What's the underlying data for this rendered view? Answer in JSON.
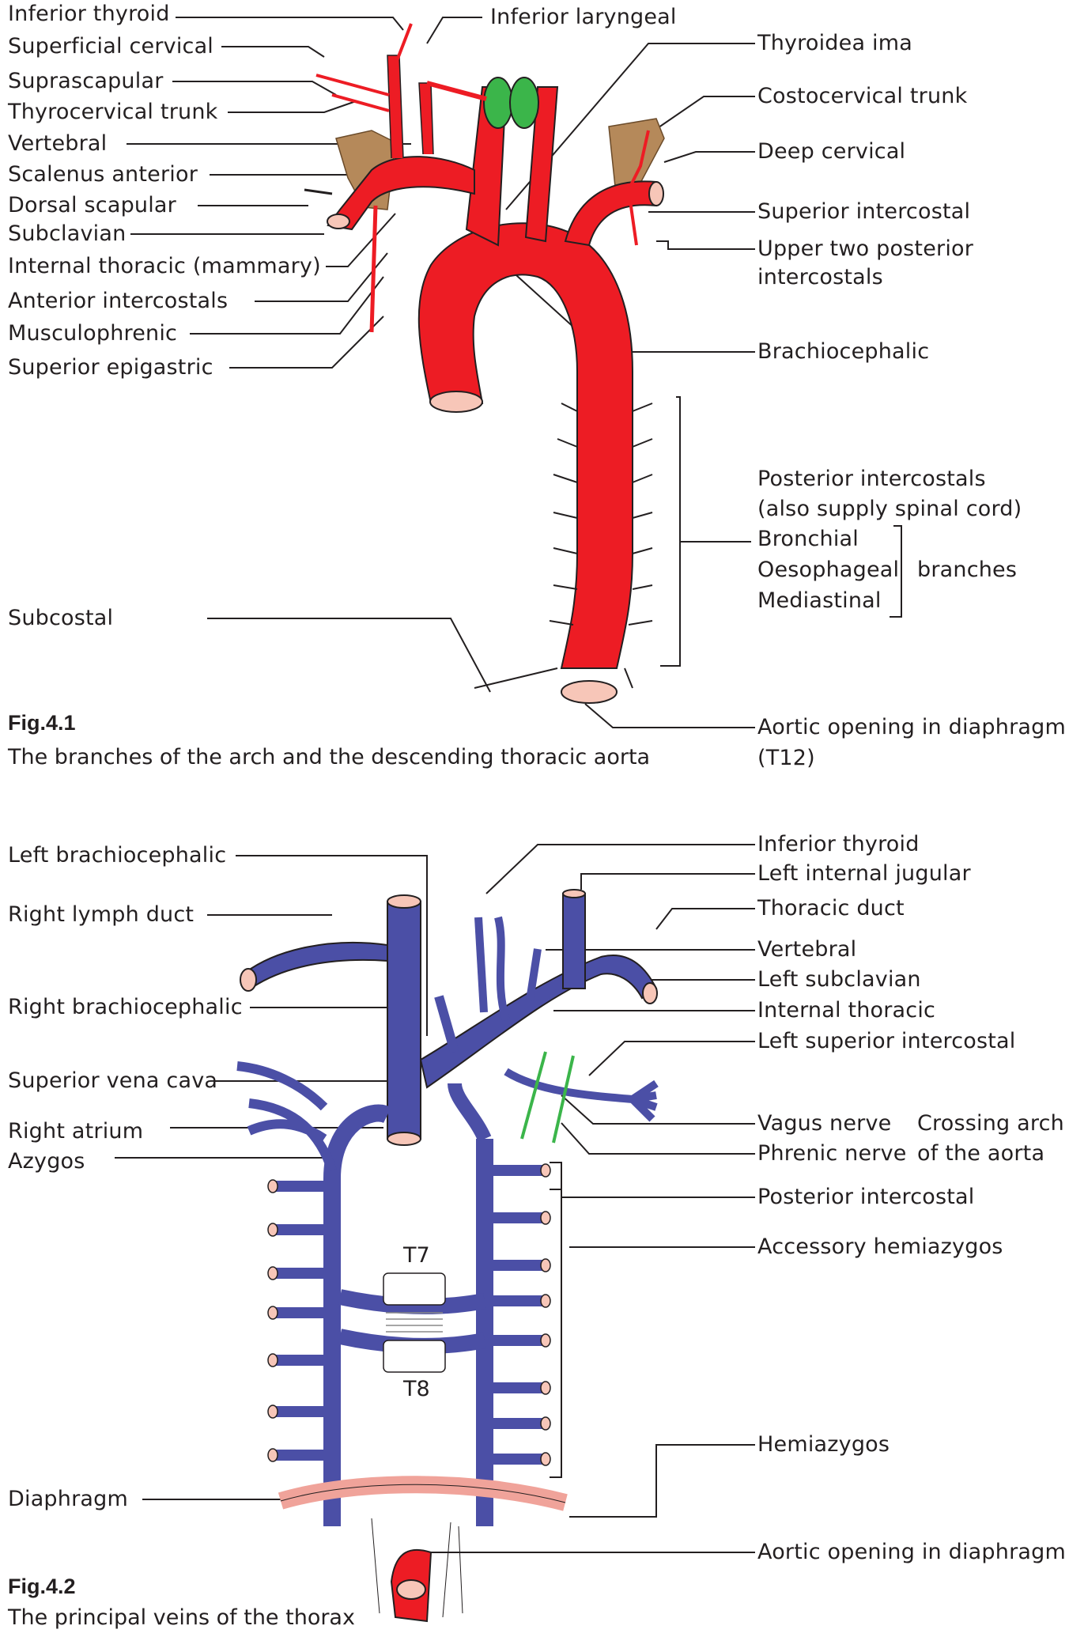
{
  "fig1": {
    "number": "Fig.4.1",
    "caption": "The branches of the arch and the descending thoracic aorta",
    "labels_left": [
      "Inferior thyroid",
      "Superficial cervical",
      "Suprascapular",
      "Thyrocervical trunk",
      "Vertebral",
      "Scalenus anterior",
      "Dorsal scapular",
      "Subclavian",
      "Internal thoracic (mammary)",
      "Anterior intercostals",
      "Musculophrenic",
      "Superior epigastric",
      "Subcostal"
    ],
    "labels_right": [
      "Inferior laryngeal",
      "Thyroidea ima",
      "Costocervical trunk",
      "Deep cervical",
      "Superior intercostal",
      "Upper two posterior",
      "intercostals",
      "Brachiocephalic",
      "Posterior intercostals",
      "(also supply spinal cord)",
      "Bronchial",
      "Oesophageal",
      "Mediastinal",
      "branches",
      "Aortic opening in diaphragm",
      "(T12)"
    ]
  },
  "fig2": {
    "number": "Fig.4.2",
    "caption": "The principal veins of the thorax",
    "labels_left": [
      "Left brachiocephalic",
      "Right lymph duct",
      "Right brachiocephalic",
      "Superior vena cava",
      "Right atrium",
      "Azygos",
      "Diaphragm"
    ],
    "labels_right": [
      "Inferior thyroid",
      "Left internal jugular",
      "Thoracic duct",
      "Vertebral",
      "Left subclavian",
      "Internal thoracic",
      "Left superior intercostal",
      "Vagus nerve",
      "Phrenic nerve",
      "Crossing arch",
      "of the aorta",
      "Posterior intercostal",
      "Accessory hemiazygos",
      "Hemiazygos",
      "Aortic opening in diaphragm"
    ],
    "vertebra_labels": [
      "T7",
      "T8"
    ]
  },
  "colors": {
    "artery": "#ed1c24",
    "vein": "#4b4fa6",
    "thyroid": "#3bb54a",
    "muscle": "#b5895a",
    "diaphragm": "#f0a39a",
    "nerve": "#3bb54a"
  }
}
